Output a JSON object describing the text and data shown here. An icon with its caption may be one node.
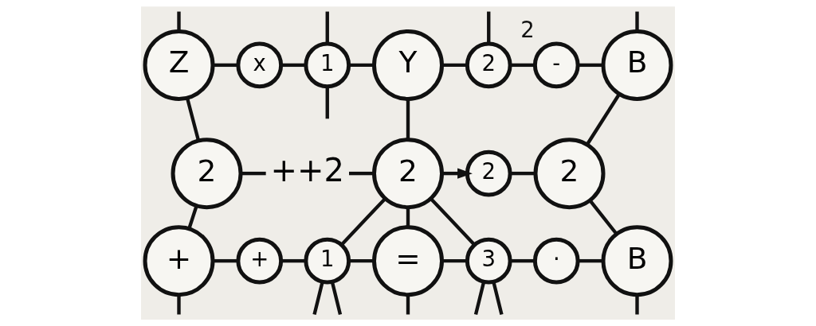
{
  "diagram": {
    "nodes": [
      {
        "text": [
          "Z"
        ]
      },
      {
        "text": [
          "x"
        ]
      },
      {
        "text": [
          "1"
        ]
      },
      {
        "text": [
          "Y"
        ]
      },
      {
        "text": [
          "2"
        ]
      },
      {
        "text": [
          "-"
        ],
        "beside": [
          "2"
        ]
      },
      {
        "text": [
          "B"
        ]
      },
      {
        "text": [
          "2"
        ]
      },
      {
        "text": [
          "++2"
        ]
      },
      {
        "text": [
          "2"
        ]
      },
      {
        "text": [
          "2"
        ]
      },
      {
        "text": [
          "2"
        ]
      },
      {
        "text": [
          "+"
        ]
      },
      {
        "text": [
          "+"
        ]
      },
      {
        "text": [
          "1"
        ]
      },
      {
        "text": [
          "="
        ]
      },
      {
        "text": [
          "3"
        ]
      },
      {
        "text": [
          "·"
        ]
      },
      {
        "text": [
          "B"
        ]
      }
    ],
    "edges": [
      {
        "from": 0,
        "to": 1,
        "arrow": "none"
      },
      {
        "from": 1,
        "to": 2,
        "arrow": "none"
      },
      {
        "from": 2,
        "to": 3,
        "arrow": "none"
      },
      {
        "from": 3,
        "to": 4,
        "arrow": "none"
      },
      {
        "from": 4,
        "to": 5,
        "arrow": "none"
      },
      {
        "from": 5,
        "to": 6,
        "arrow": "none"
      },
      {
        "from": 0,
        "to": null,
        "arrow": "none"
      },
      {
        "from": 2,
        "to": null,
        "arrow": "none"
      },
      {
        "from": 2,
        "to": null,
        "arrow": "none"
      },
      {
        "from": 4,
        "to": null,
        "arrow": "none"
      },
      {
        "from": 6,
        "to": null,
        "arrow": "none"
      },
      {
        "from": 0,
        "to": 7,
        "arrow": "none"
      },
      {
        "from": 3,
        "to": 9,
        "arrow": "none"
      },
      {
        "from": 6,
        "to": 11,
        "arrow": "none"
      },
      {
        "from": 7,
        "to": 8,
        "arrow": "none"
      },
      {
        "from": 8,
        "to": 9,
        "arrow": "none"
      },
      {
        "from": 9,
        "to": 10,
        "arrow": "to"
      },
      {
        "from": 10,
        "to": 11,
        "arrow": "none"
      },
      {
        "from": 7,
        "to": 12,
        "arrow": "none"
      },
      {
        "from": 9,
        "to": 14,
        "arrow": "none"
      },
      {
        "from": 9,
        "to": 15,
        "arrow": "none"
      },
      {
        "from": 9,
        "to": 16,
        "arrow": "none"
      },
      {
        "from": 11,
        "to": 18,
        "arrow": "none"
      },
      {
        "from": 12,
        "to": 13,
        "arrow": "none"
      },
      {
        "from": 13,
        "to": 14,
        "arrow": "none"
      },
      {
        "from": 14,
        "to": 15,
        "arrow": "none"
      },
      {
        "from": 15,
        "to": 16,
        "arrow": "none"
      },
      {
        "from": 16,
        "to": 17,
        "arrow": "none"
      },
      {
        "from": 17,
        "to": 18,
        "arrow": "none"
      },
      {
        "from": 12,
        "to": null,
        "arrow": "none"
      },
      {
        "from": 14,
        "to": null,
        "arrow": "none"
      },
      {
        "from": 14,
        "to": null,
        "arrow": "none"
      },
      {
        "from": 15,
        "to": null,
        "arrow": "none"
      },
      {
        "from": 16,
        "to": null,
        "arrow": "none"
      },
      {
        "from": 16,
        "to": null,
        "arrow": "none"
      },
      {
        "from": 18,
        "to": null,
        "arrow": "none"
      }
    ]
  }
}
